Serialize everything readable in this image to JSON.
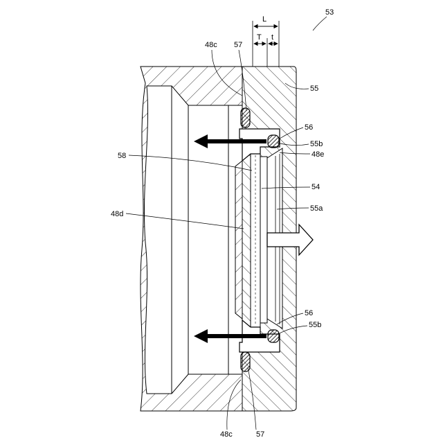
{
  "figure": {
    "ref_number": "53",
    "dimension_labels": {
      "L": "L",
      "T": "T",
      "t": "t"
    },
    "labels": {
      "l_48c_top": "48c",
      "l_57_top": "57",
      "l_55": "55",
      "l_56_top": "56",
      "l_55b_top": "55b",
      "l_48e": "48e",
      "l_58": "58",
      "l_54": "54",
      "l_55a": "55a",
      "l_48d": "48d",
      "l_56_bot": "56",
      "l_55b_bot": "55b",
      "l_48c_bot": "48c",
      "l_57_bot": "57"
    }
  }
}
